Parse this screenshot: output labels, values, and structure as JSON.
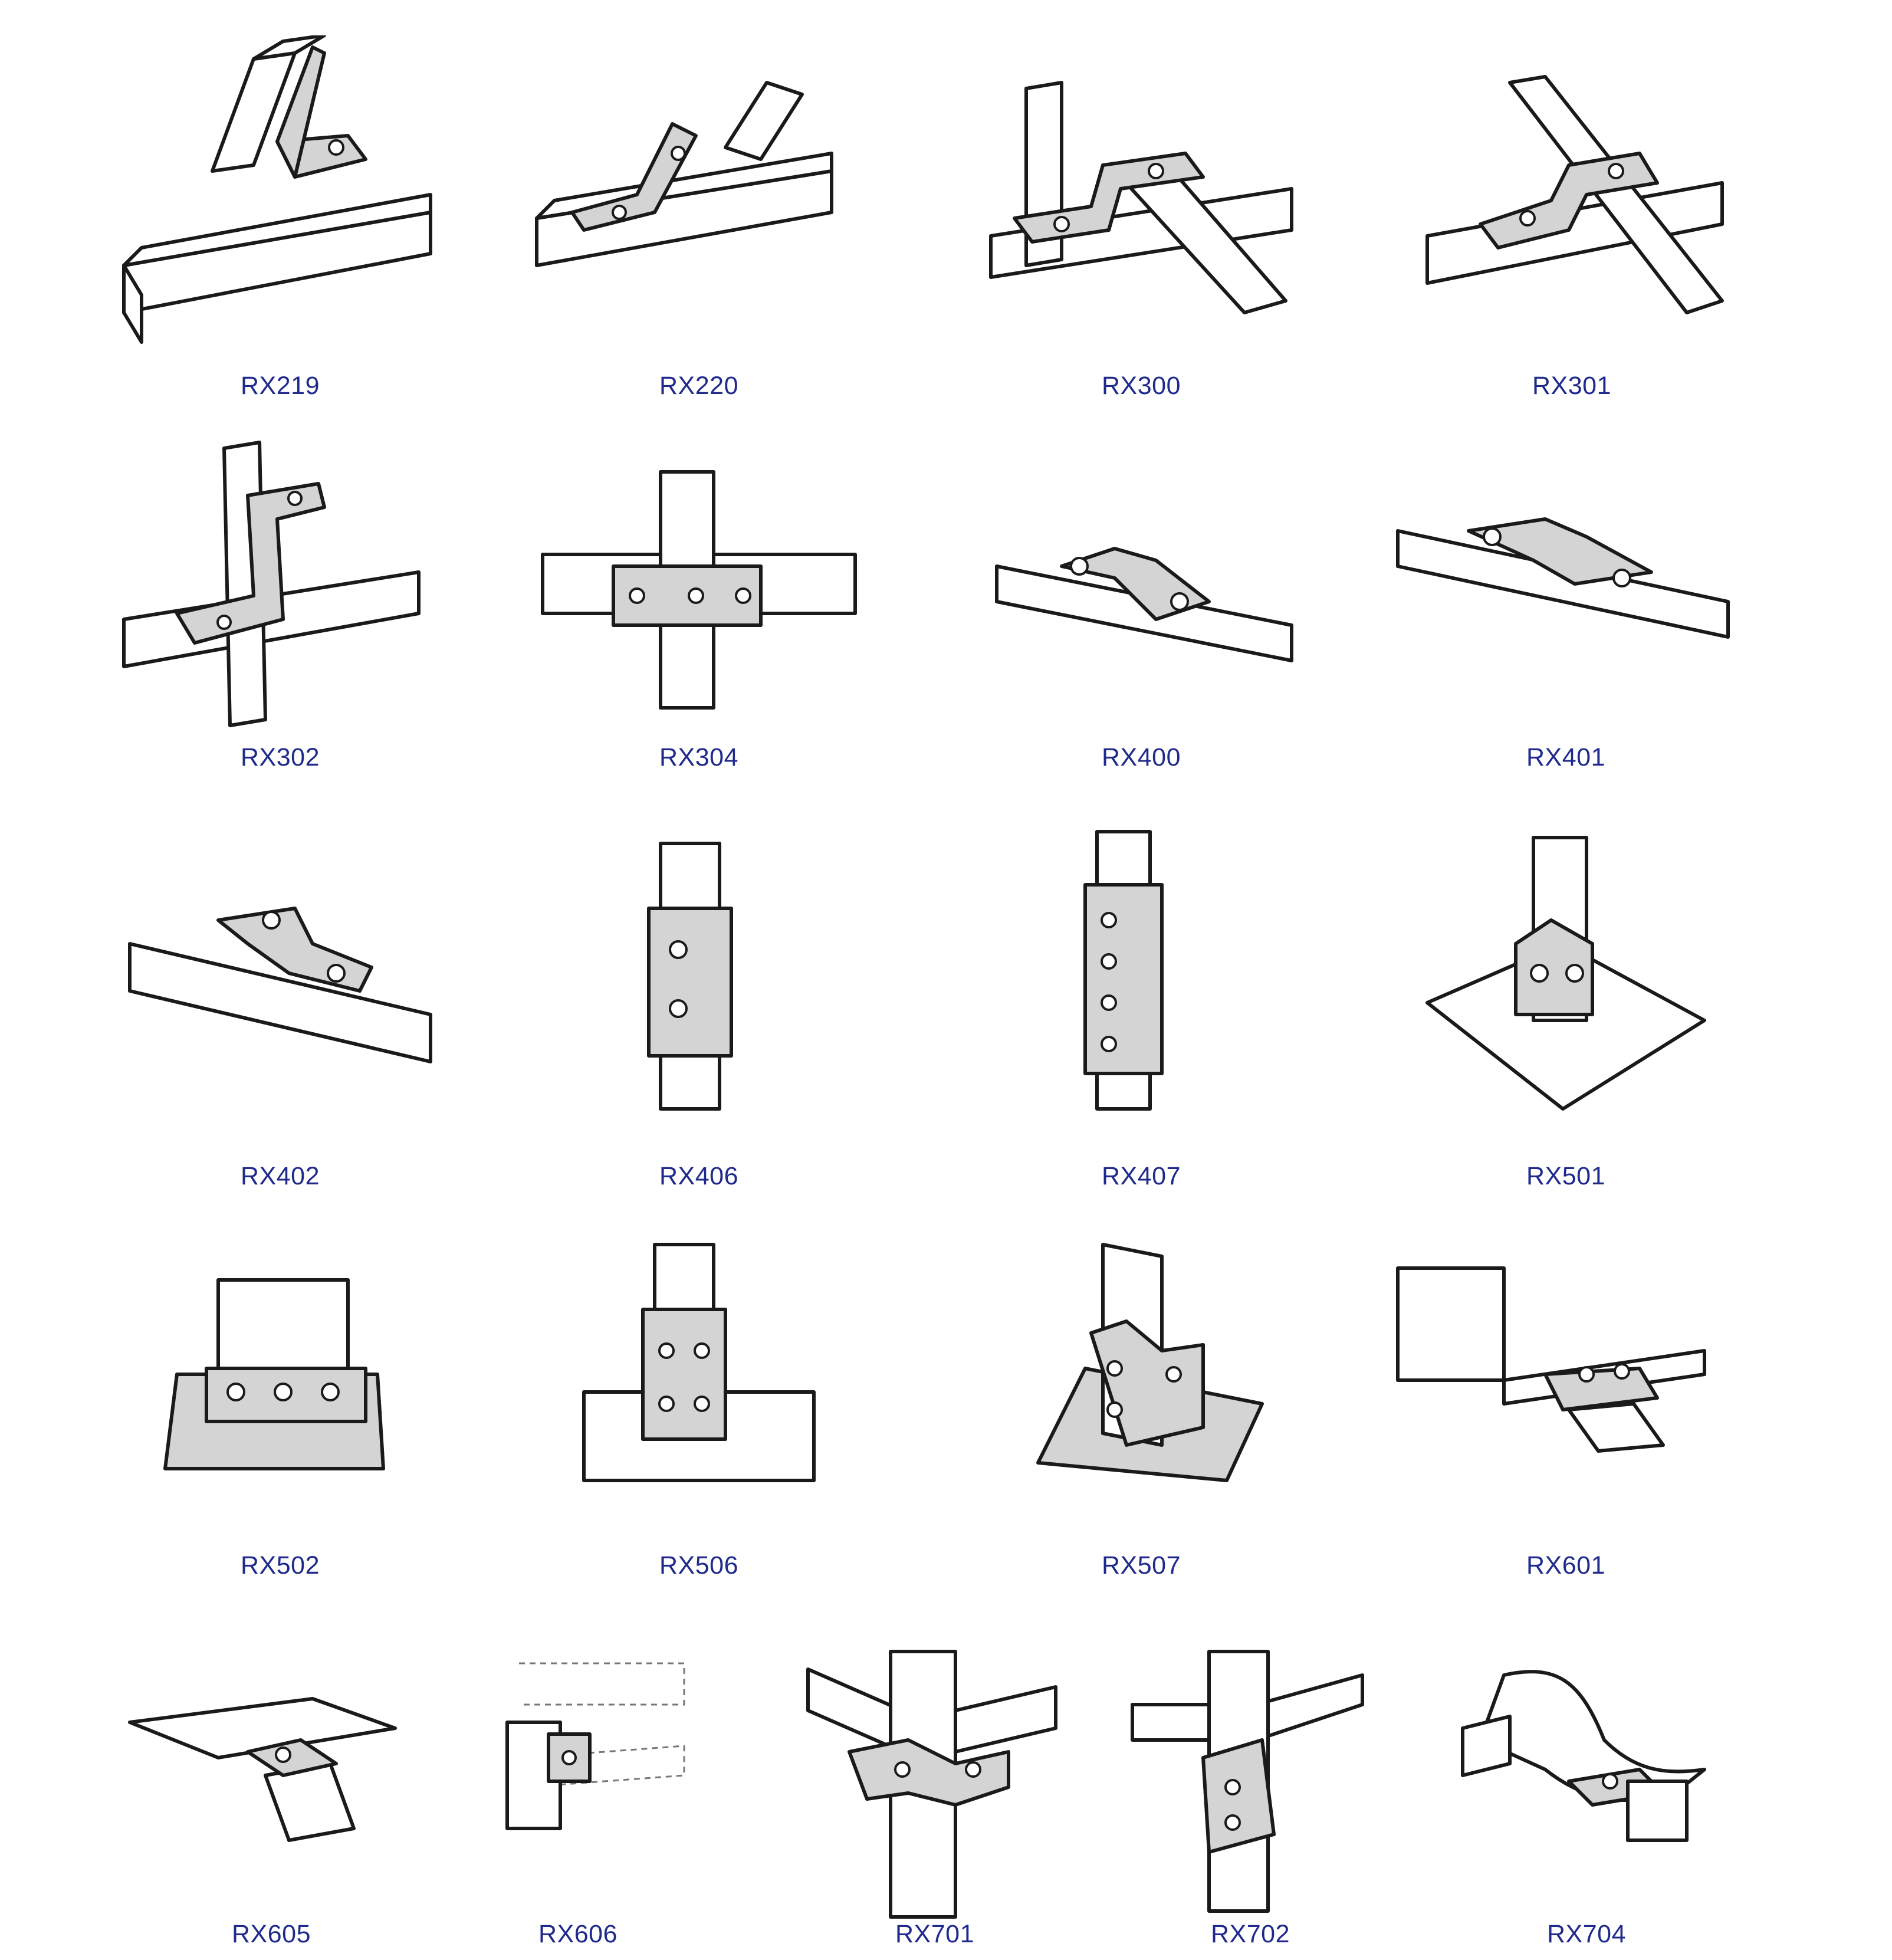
{
  "labels": {
    "rx219": "RX219",
    "rx220": "RX220",
    "rx300": "RX300",
    "rx301": "RX301",
    "rx302": "RX302",
    "rx304": "RX304",
    "rx400": "RX400",
    "rx401": "RX401",
    "rx402": "RX402",
    "rx406": "RX406",
    "rx407": "RX407",
    "rx501": "RX501",
    "rx502": "RX502",
    "rx506": "RX506",
    "rx507": "RX507",
    "rx601": "RX601",
    "rx605": "RX605",
    "rx606": "RX606",
    "rx701": "RX701",
    "rx702": "RX702",
    "rx704": "RX704"
  },
  "colors": {
    "label": "#1f2a8c",
    "line": "#1a1a1a",
    "plate": "#d4d4d4",
    "background": "#ffffff"
  }
}
